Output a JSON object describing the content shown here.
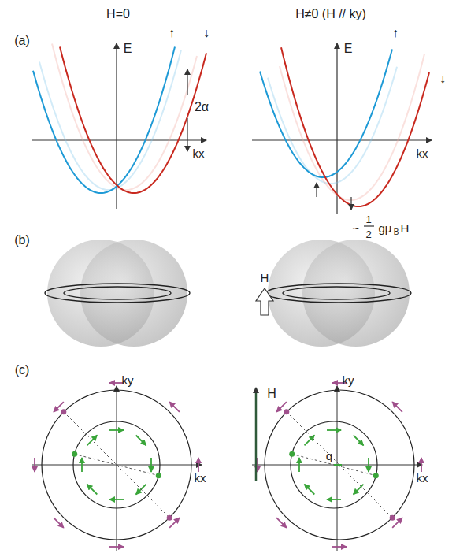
{
  "diagram": {
    "labels": [
      "H=0",
      "H≠0 (H // ky)",
      "(a)",
      "E",
      "↑",
      "↓",
      "2α",
      "kx",
      "E",
      "↑",
      "↓",
      "kx",
      "~",
      "1",
      "2",
      "gμ",
      "B",
      "H",
      "(b)",
      "H",
      "(c)",
      "ky",
      "kx",
      "H",
      "ky",
      "kx",
      "q"
    ]
  }
}
